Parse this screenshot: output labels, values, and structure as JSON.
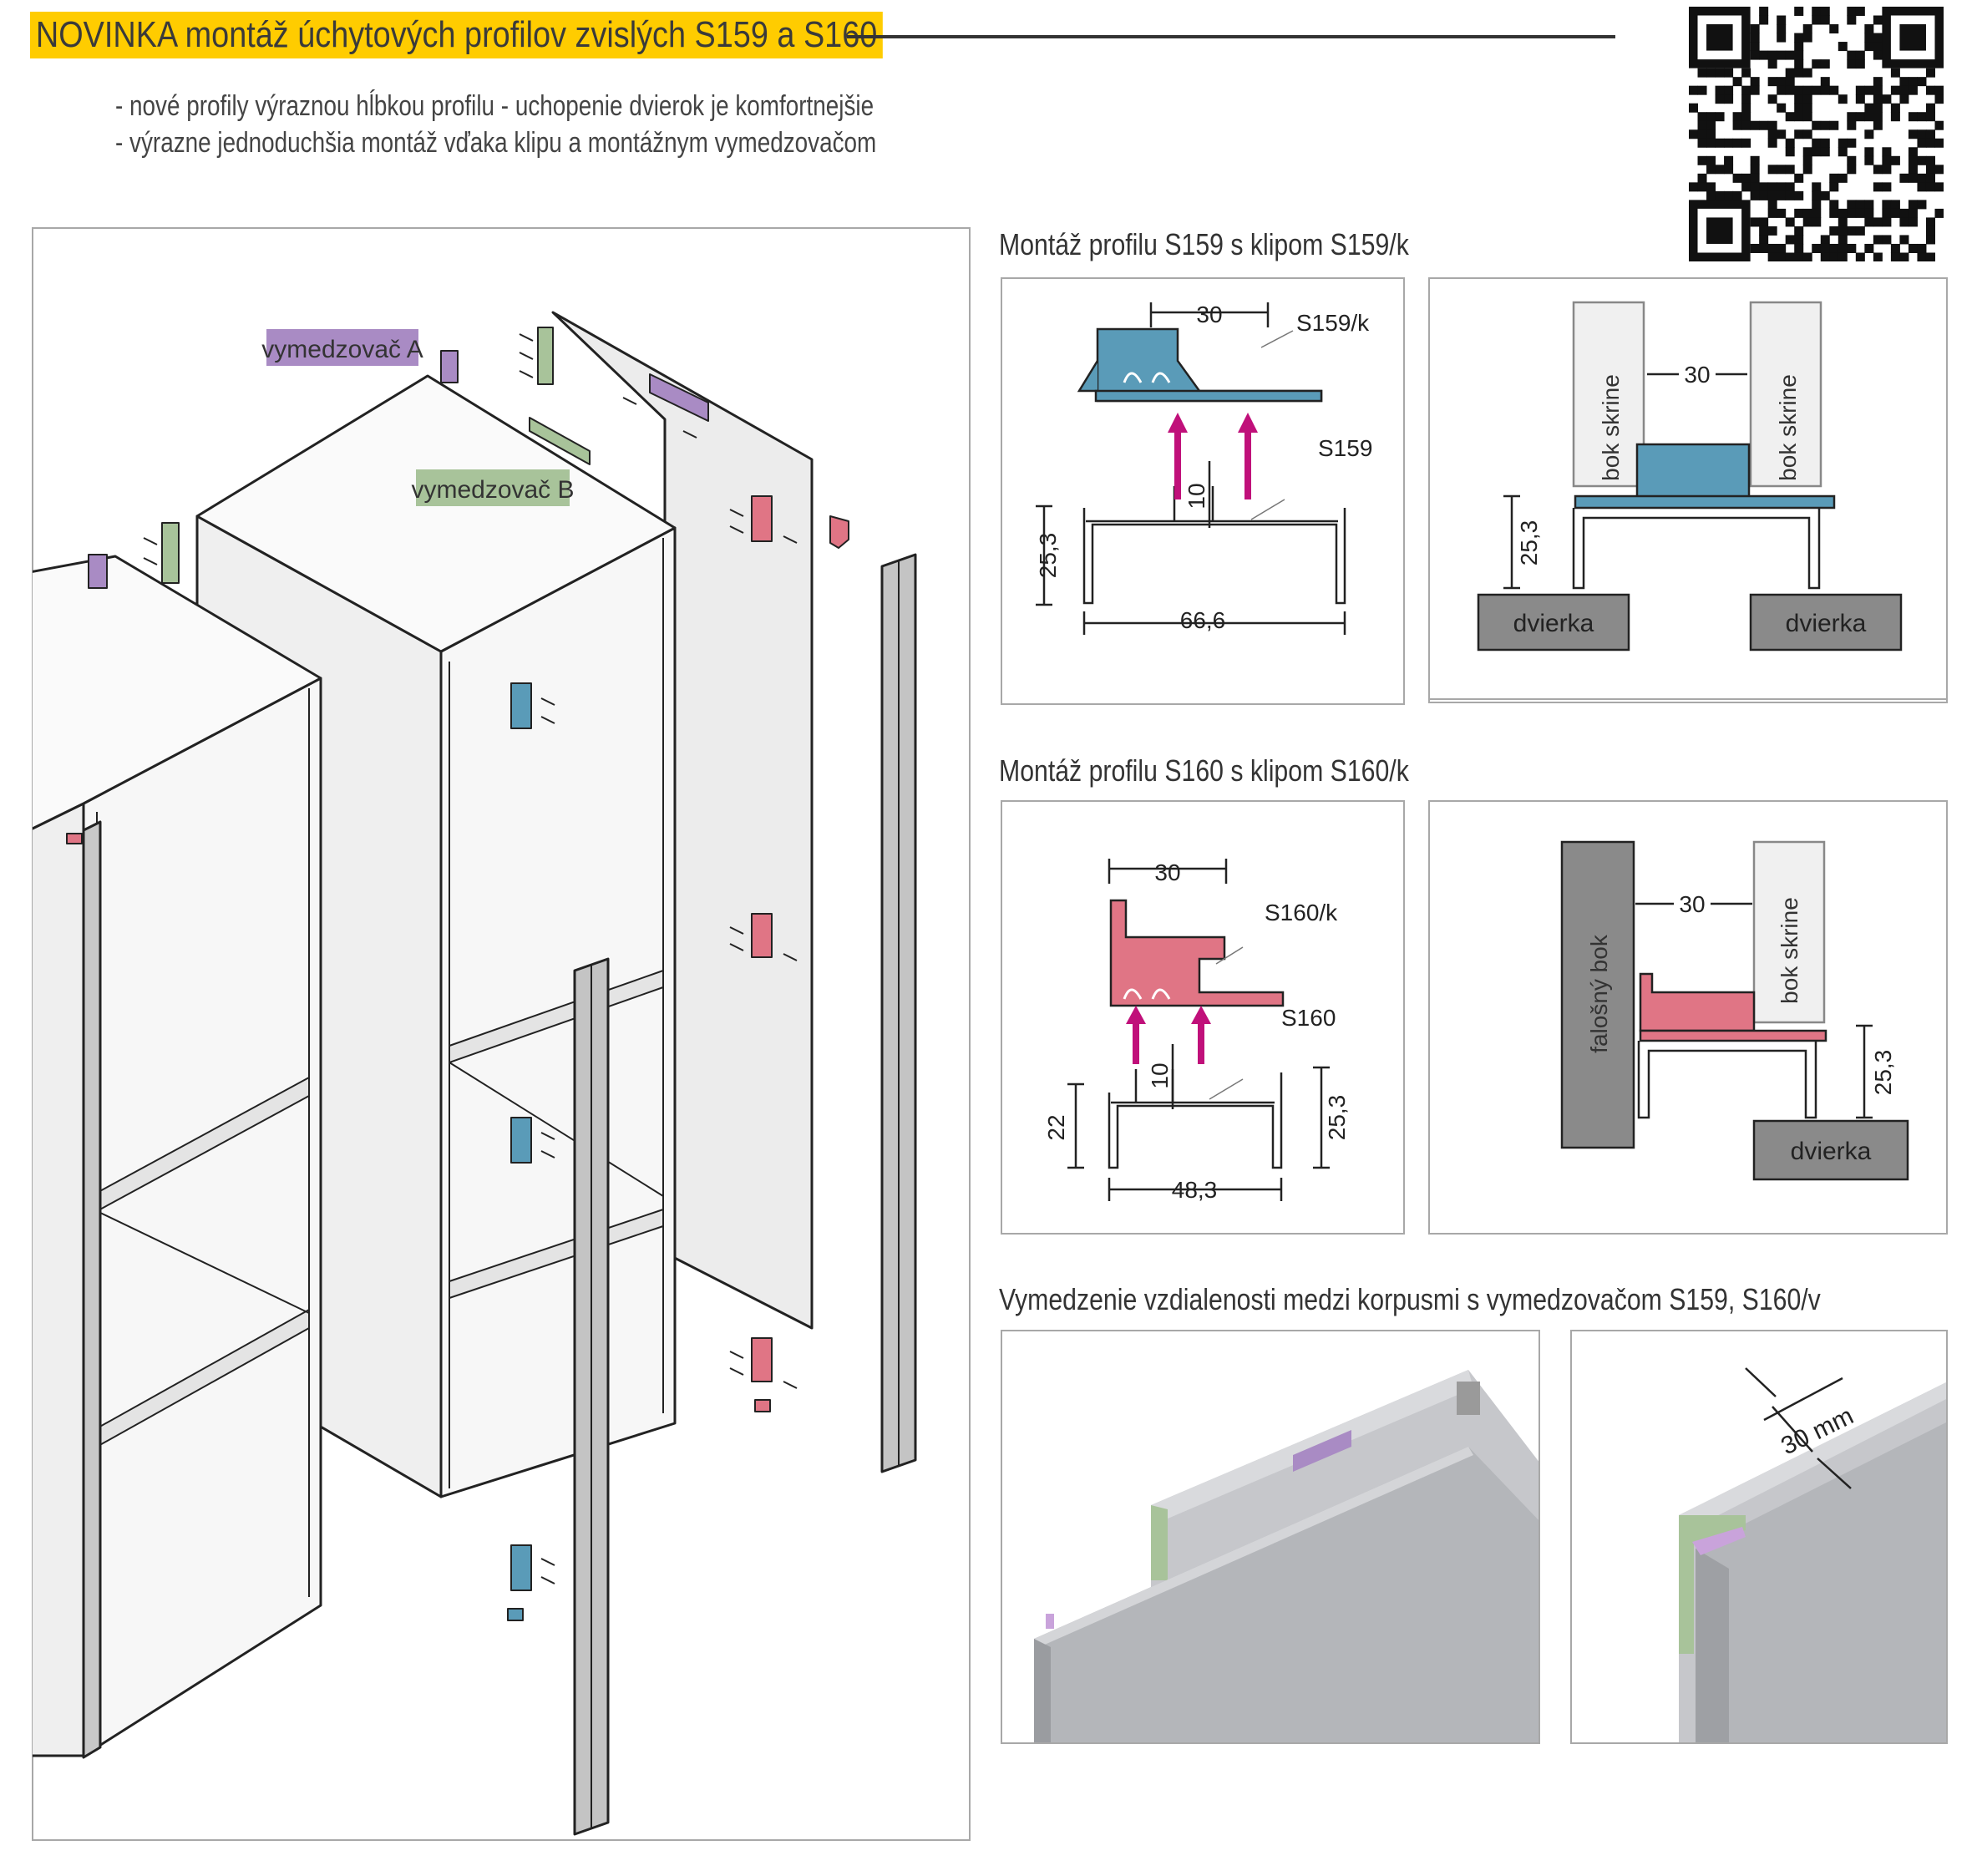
{
  "header": {
    "title": "NOVINKA montáž úchytových profilov zvislých S159 a S160",
    "bullets": [
      "- nové profily výraznou hĺbkou profilu - uchopenie dvierok je komfortnejšie",
      "- výrazne jednoduchšia montáž vďaka klipu a montážnym vymedzovačom"
    ]
  },
  "exploded_view": {
    "label_a": "vymedzovač A",
    "label_b": "vymedzovač B"
  },
  "section_s159": {
    "heading": "Montáž profilu S159 s klipom S159/k",
    "clip_label": "S159/k",
    "profile_label": "S159",
    "dim_width": "30",
    "dim_gap": "10",
    "dim_height": "25,3",
    "dim_base": "66,6",
    "side_label": "bok skrine",
    "door_label": "dvierka"
  },
  "section_s160": {
    "heading": "Montáž profilu S160 s klipom S160/k",
    "clip_label": "S160/k",
    "profile_label": "S160",
    "dim_width": "30",
    "dim_gap": "10",
    "dim_height_left": "22",
    "dim_height_right": "25,3",
    "dim_base": "48,3",
    "false_side_label": "falošný bok",
    "side_label": "bok skrine",
    "door_label": "dvierka"
  },
  "section_spacing": {
    "heading": "Vymedzenie vzdialenosti medzi korpusmi s vymedzovačom S159, S160/v",
    "distance_label": "30 mm"
  },
  "colors": {
    "title_bg": "#ffcc00",
    "clip_blue": "#5a9bb8",
    "clip_pink": "#e07585",
    "spacer_purple": "#a98bc4",
    "spacer_green": "#a8c39a",
    "arrow_magenta": "#c0107a",
    "door_gray": "#8a8a8a",
    "render_gray": "#b4b6ba"
  }
}
